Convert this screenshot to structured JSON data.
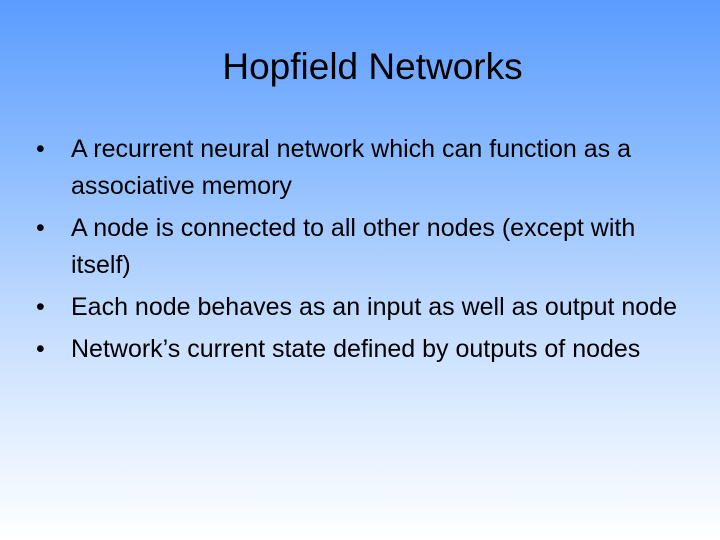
{
  "slide": {
    "title": "Hopfield Networks",
    "bullet_glyph": "•",
    "bullets": [
      "A recurrent neural network which can function as a associative memory",
      "A node is connected to all other nodes (except with itself)",
      "Each node behaves as an input as well as output node",
      "Network’s current state defined by outputs of nodes"
    ]
  }
}
